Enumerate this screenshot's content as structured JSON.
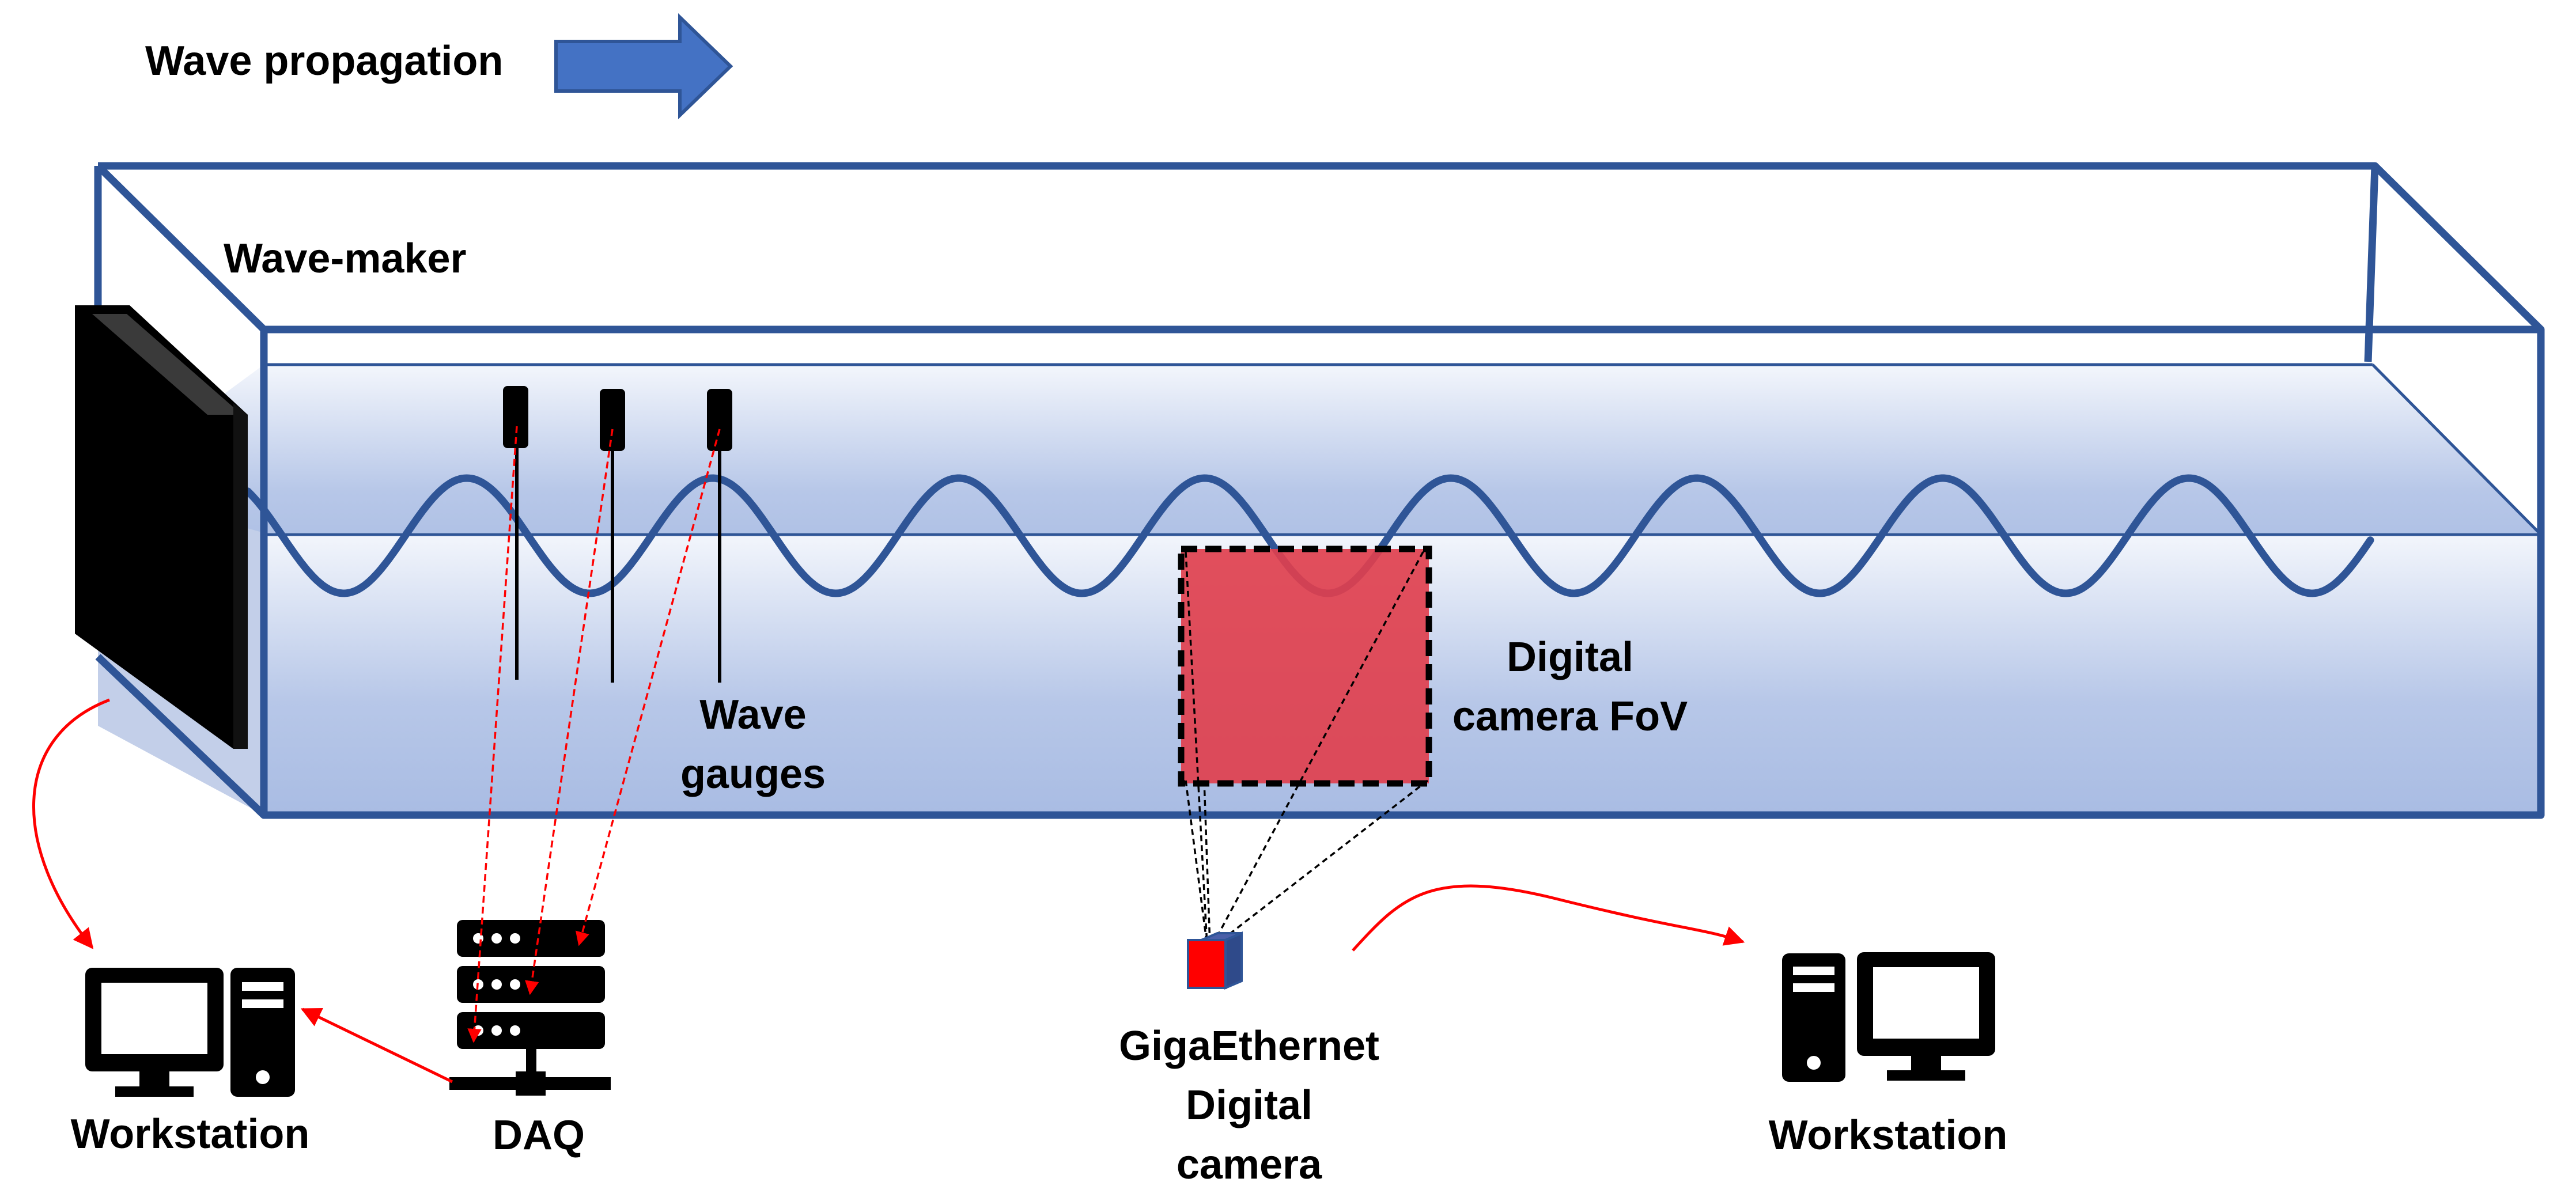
{
  "labels": {
    "wave_propagation": "Wave propagation",
    "wave_maker": "Wave-maker",
    "wave_gauges_line1": "Wave",
    "wave_gauges_line2": "gauges",
    "camera_fov_line1": "Digital",
    "camera_fov_line2": "camera FoV",
    "workstation_left": "Workstation",
    "daq": "DAQ",
    "camera_line1": "GigaEthernet",
    "camera_line2": "Digital",
    "camera_line3": "camera",
    "workstation_right": "Workstation"
  },
  "colors": {
    "tank_outline": "#2f5597",
    "wave_line": "#2f5597",
    "water_top": "#eef2fa",
    "water_bottom": "#b4c4e6",
    "arrow_fill": "#4472c4",
    "signal": "#ff0000",
    "fov_fill": "#e0404e",
    "camera_body": "#ff0000",
    "device": "#000000"
  },
  "icons": {
    "propagation_arrow": "right-arrow-icon",
    "workstation": "desktop-computer-icon",
    "daq": "server-rack-icon",
    "camera": "camera-cube-icon"
  }
}
